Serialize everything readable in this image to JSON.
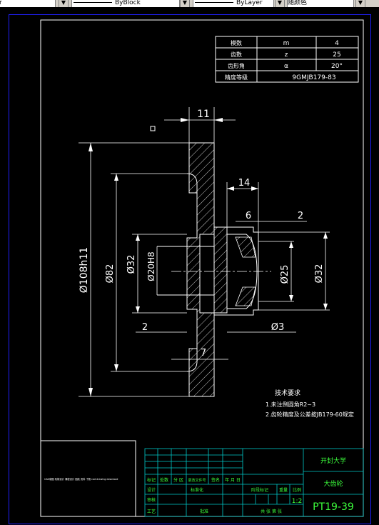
{
  "toolbar": {
    "left_fragment": "r",
    "linetype_value": "ByBlock",
    "lineweight_value": "ByLayer",
    "color_value": "随颜色"
  },
  "param_table": {
    "rows": [
      {
        "name": "模数",
        "symbol": "m",
        "value": "4"
      },
      {
        "name": "齿数",
        "symbol": "z",
        "value": "25"
      },
      {
        "name": "齿形角",
        "symbol": "α",
        "value": "20°"
      },
      {
        "name": "精度等级",
        "symbol": "",
        "value": "9GMJB179-83"
      }
    ]
  },
  "dimensions": {
    "d11": "11",
    "d14": "14",
    "d6": "6",
    "d2_right": "2",
    "d2_left": "2",
    "d7": "7",
    "phi108": "Ø108h11",
    "phi82": "Ø82",
    "phi32_left": "Ø32",
    "phi20": "Ø20H8",
    "phi25": "Ø25",
    "phi32_right": "Ø32",
    "phi3": "Ø3"
  },
  "notes": {
    "title": "技术要求",
    "line1": "1.未注倒圆角R2~3",
    "line2": "2.齿轮精度及公差按JB179-60规定"
  },
  "stamp_text": "CAD制图 机械设计 课程设计 图纸 资料 下载 cad drawing download",
  "title_block": {
    "school": "开封大学",
    "part_name": "大齿轮",
    "drawing_no": "PT19-39",
    "scale": "1:2",
    "row_labels": [
      "标记",
      "处数",
      "分 区",
      "更改文件号",
      "签名",
      "年 月 日"
    ],
    "design_label": "设计",
    "check_label": "审核",
    "process_label": "工艺",
    "standard_label": "标准化",
    "approve_label": "批准",
    "stage_label": "阶段标记",
    "weight_label": "重量",
    "scale_label": "比例",
    "sheets_label": "共 张 第 张"
  },
  "colors": {
    "background": "#000000",
    "lines": "#ffffff",
    "title_block_lines": "#00c8c8",
    "title_block_text": "#3cff3c",
    "outer_frame": "#2020ff"
  }
}
